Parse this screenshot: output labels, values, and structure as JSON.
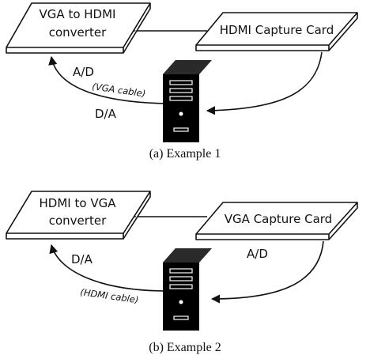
{
  "example1": {
    "converter_line1": "VGA to HDMI",
    "converter_line2": "converter",
    "capture_card": "HDMI Capture Card",
    "label_ad": "A/D",
    "label_cable": "(VGA cable)",
    "label_da": "D/A",
    "caption": "(a) Example 1"
  },
  "example2": {
    "converter_line1": "HDMI to VGA",
    "converter_line2": "converter",
    "capture_card": "VGA Capture Card",
    "label_da": "D/A",
    "label_ad": "A/D",
    "label_cable": "(HDMI cable)",
    "caption": "(b) Example 2"
  },
  "icons": {
    "computer": "desktop-tower-icon",
    "board": "device-board-icon"
  }
}
